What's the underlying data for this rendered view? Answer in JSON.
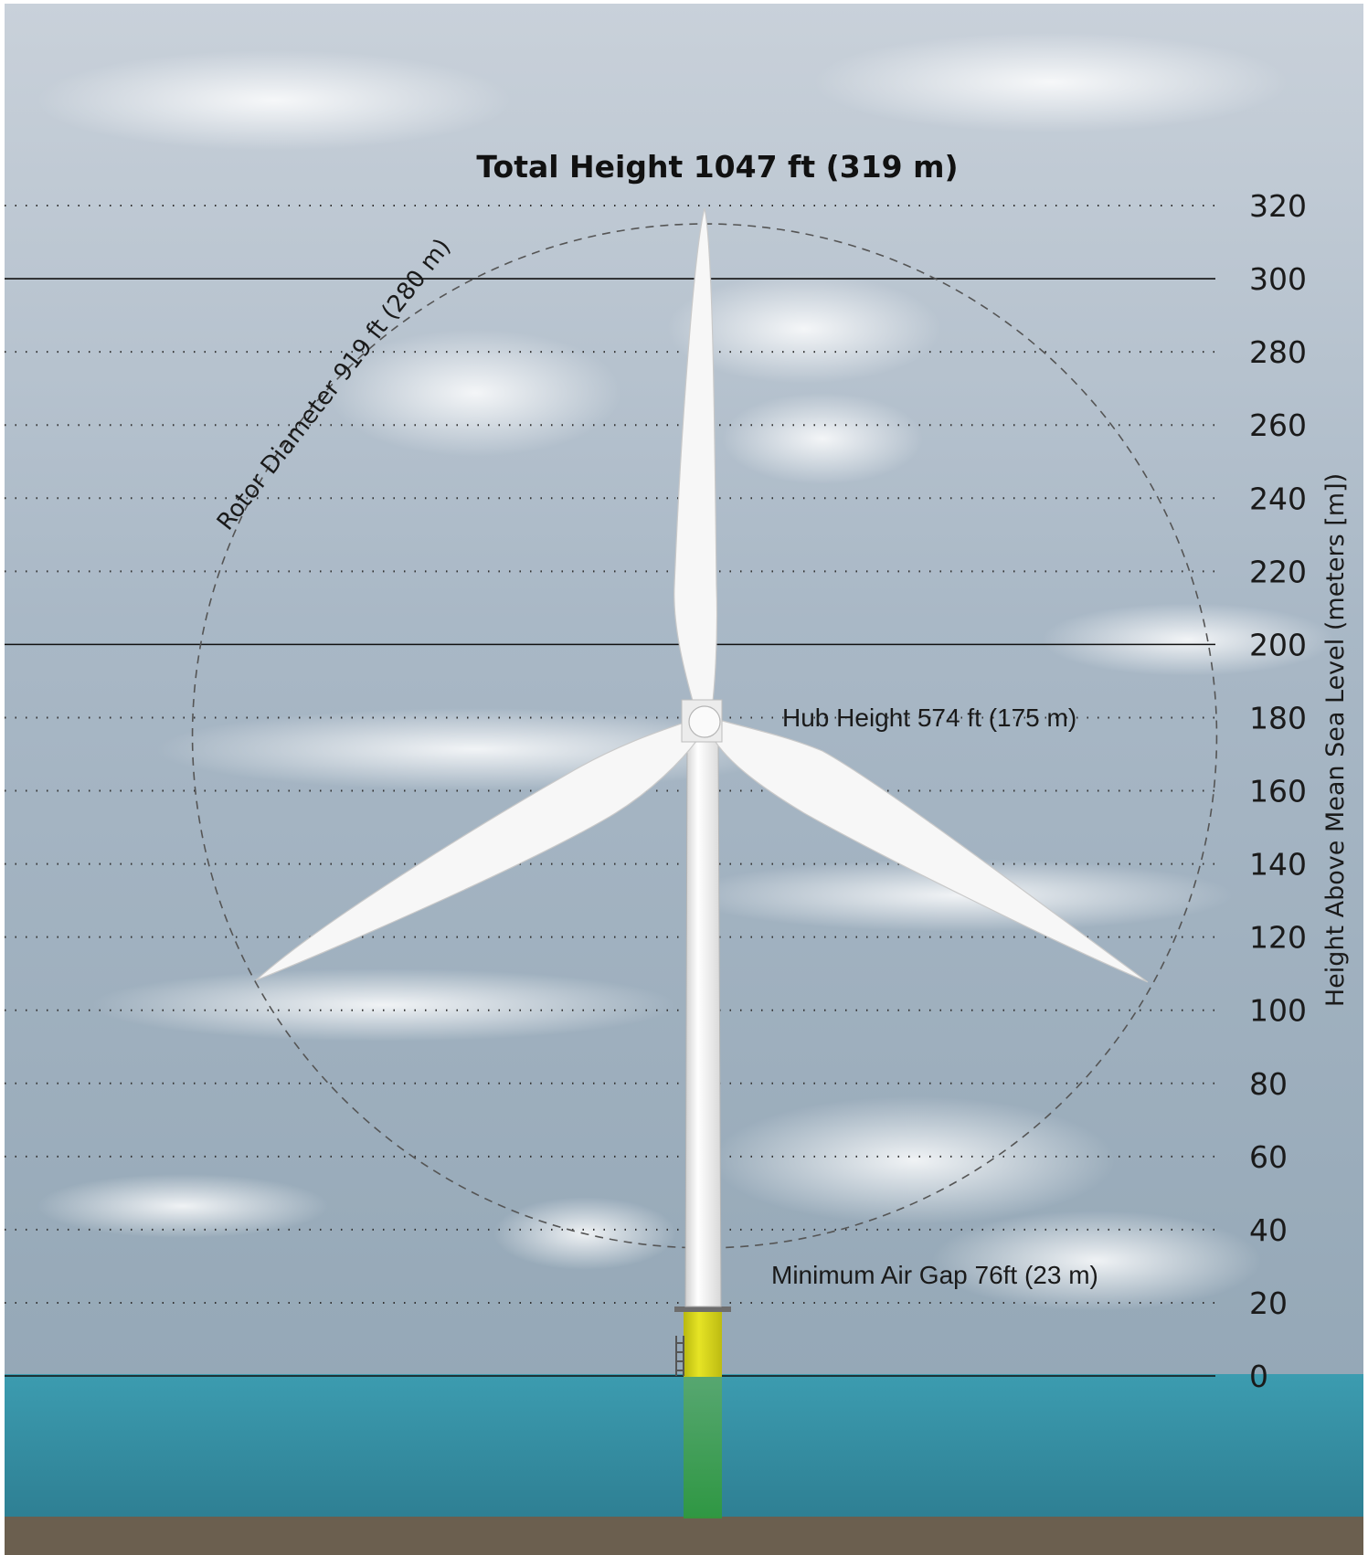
{
  "title": "Total Height 1047 ft (319 m)",
  "axis": {
    "label": "Height Above Mean Sea Level (meters [m])",
    "ticks": [
      0,
      20,
      40,
      60,
      80,
      100,
      120,
      140,
      160,
      180,
      200,
      220,
      240,
      260,
      280,
      300,
      320
    ],
    "solid_gridlines": [
      0,
      200,
      300
    ],
    "range": [
      0,
      320
    ]
  },
  "annotations": {
    "rotor": "Rotor Diameter 919 ft (280 m)",
    "hub": "Hub Height 574 ft (175 m)",
    "air_gap": "Minimum Air Gap 76ft (23 m)"
  },
  "turbine": {
    "total_height_m": 319,
    "hub_height_m": 175,
    "rotor_diameter_m": 280,
    "min_air_gap_m": 23
  },
  "colors": {
    "sky_top": "#b7c2cf",
    "sky_bottom": "#9aaab9",
    "sea": "#3a93a6",
    "seabed": "#6b5f4f",
    "foundation": "#d4d21c",
    "turbine": "#f4f4f4"
  }
}
